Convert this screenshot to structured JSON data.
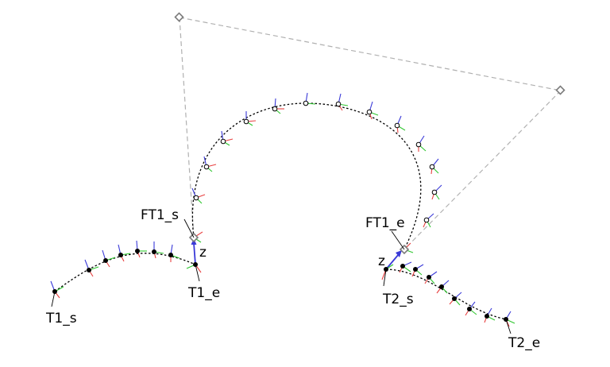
{
  "labels": {
    "t1_start": "T1_s",
    "t1_end": "T1_e",
    "ft1_start": "FT1_s",
    "ft1_end": "FT1_e",
    "t2_start": "T2_s",
    "t2_end": "T2_e",
    "z_axis_left": "z",
    "z_axis_right": "z"
  },
  "colors": {
    "background": "#ffffff",
    "trajectory_line": "#000000",
    "transition_line": "#000000",
    "control_polygon": "#b0b0b0",
    "frame_x": "#e84040",
    "frame_y": "#2fc62f",
    "frame_z": "#3a3ad8",
    "solid_point": "#000000",
    "hollow_point": "#ffffff",
    "control_point": "#7a7a7a"
  }
}
